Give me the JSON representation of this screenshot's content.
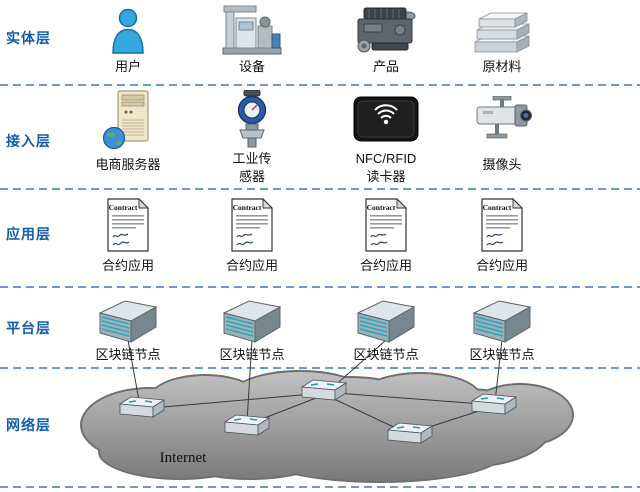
{
  "diagram": {
    "layers": [
      {
        "label": "实体层"
      },
      {
        "label": "接入层"
      },
      {
        "label": "应用层"
      },
      {
        "label": "平台层"
      },
      {
        "label": "网络层"
      }
    ],
    "entity_items": [
      {
        "label": "用户"
      },
      {
        "label": "设备"
      },
      {
        "label": "产品"
      },
      {
        "label": "原材料"
      }
    ],
    "access_items": [
      {
        "label": "电商服务器",
        "lines": [
          "电商服务器"
        ]
      },
      {
        "label": "工业传感器",
        "lines": [
          "工业传",
          "感器"
        ]
      },
      {
        "label": "NFC/RFID读卡器",
        "lines": [
          "NFC/RFID",
          "读卡器"
        ]
      },
      {
        "label": "摄像头",
        "lines": [
          "摄像头"
        ]
      }
    ],
    "application_items": [
      {
        "label": "合约应用"
      },
      {
        "label": "合约应用"
      },
      {
        "label": "合约应用"
      },
      {
        "label": "合约应用"
      }
    ],
    "platform_items": [
      {
        "label": "区块链节点"
      },
      {
        "label": "区块链节点"
      },
      {
        "label": "区块链节点"
      },
      {
        "label": "区块链节点"
      }
    ],
    "network": {
      "internet_label": "Internet"
    },
    "contract_doc": {
      "title": "Contract"
    },
    "colors": {
      "layer_label": "#155cab",
      "divider": "#3f74d4",
      "cloud_top": "#c2c2c2",
      "cloud_bottom": "#777777"
    }
  }
}
